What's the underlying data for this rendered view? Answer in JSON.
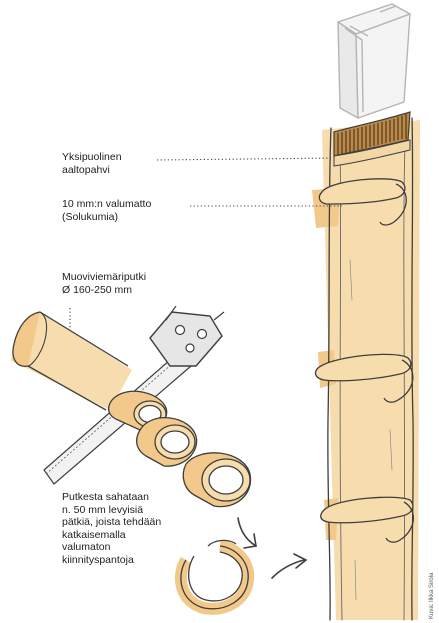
{
  "labels": {
    "corrugated": [
      "Yksipuolinen",
      "aaltopahvi"
    ],
    "mat": [
      "10 mm:n valumatto",
      "(Solukumia)"
    ],
    "pipe": [
      "Muoviviemäriputki",
      "Ø 160-250 mm"
    ],
    "instructions": [
      "Putkesta sahataan",
      "n. 50 mm levyisiä",
      "pätkiä, joista tehdään",
      "katkaisemalla",
      "valumaton",
      "kiinnityspantoja"
    ]
  },
  "side_credit": "Kuva: Ilkka Sirola",
  "colors": {
    "ink": "#3a3a3a",
    "tan_fill": "#f7dcae",
    "tan_shadow": "#f2c98a",
    "corrugated": "#9b6a2c",
    "saw_blade": "#e8e8e8",
    "post": "#cfcfcf"
  }
}
